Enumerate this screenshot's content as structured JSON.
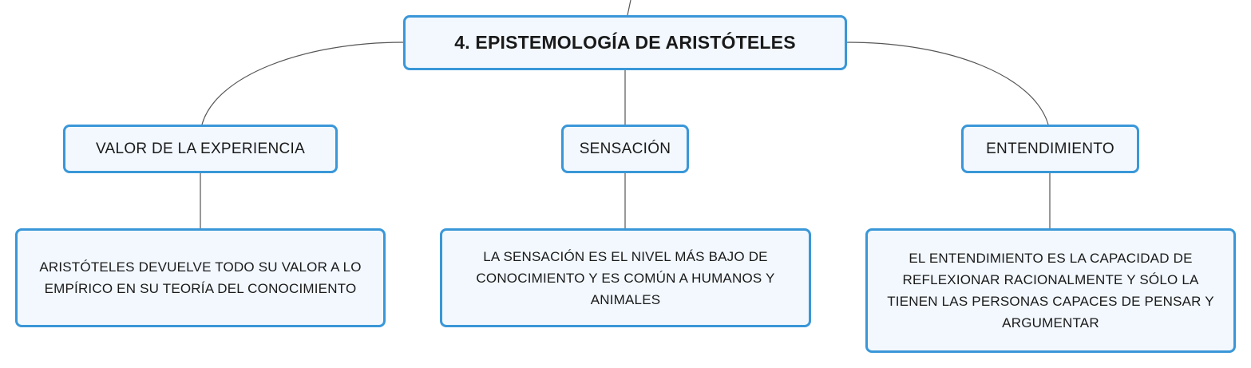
{
  "root": {
    "title": "4. EPISTEMOLOGÍA DE ARISTÓTELES"
  },
  "branches": [
    {
      "label": "VALOR DE LA EXPERIENCIA",
      "detail": "ARISTÓTELES DEVUELVE TODO SU VALOR A LO EMPÍRICO EN SU TEORÍA DEL CONOCIMIENTO"
    },
    {
      "label": "SENSACIÓN",
      "detail": "LA SENSACIÓN ES EL NIVEL MÁS BAJO DE CONOCIMIENTO Y ES COMÚN A HUMANOS Y ANIMALES"
    },
    {
      "label": "ENTENDIMIENTO",
      "detail": "EL ENTENDIMIENTO ES LA CAPACIDAD DE REFLEXIONAR RACIONALMENTE Y SÓLO LA TIENEN LAS PERSONAS CAPACES DE PENSAR Y ARGUMENTAR"
    }
  ],
  "colors": {
    "node_border": "#3a97d8",
    "node_fill": "#f2f8fe",
    "connector": "#555555",
    "text": "#1a1a1a"
  }
}
